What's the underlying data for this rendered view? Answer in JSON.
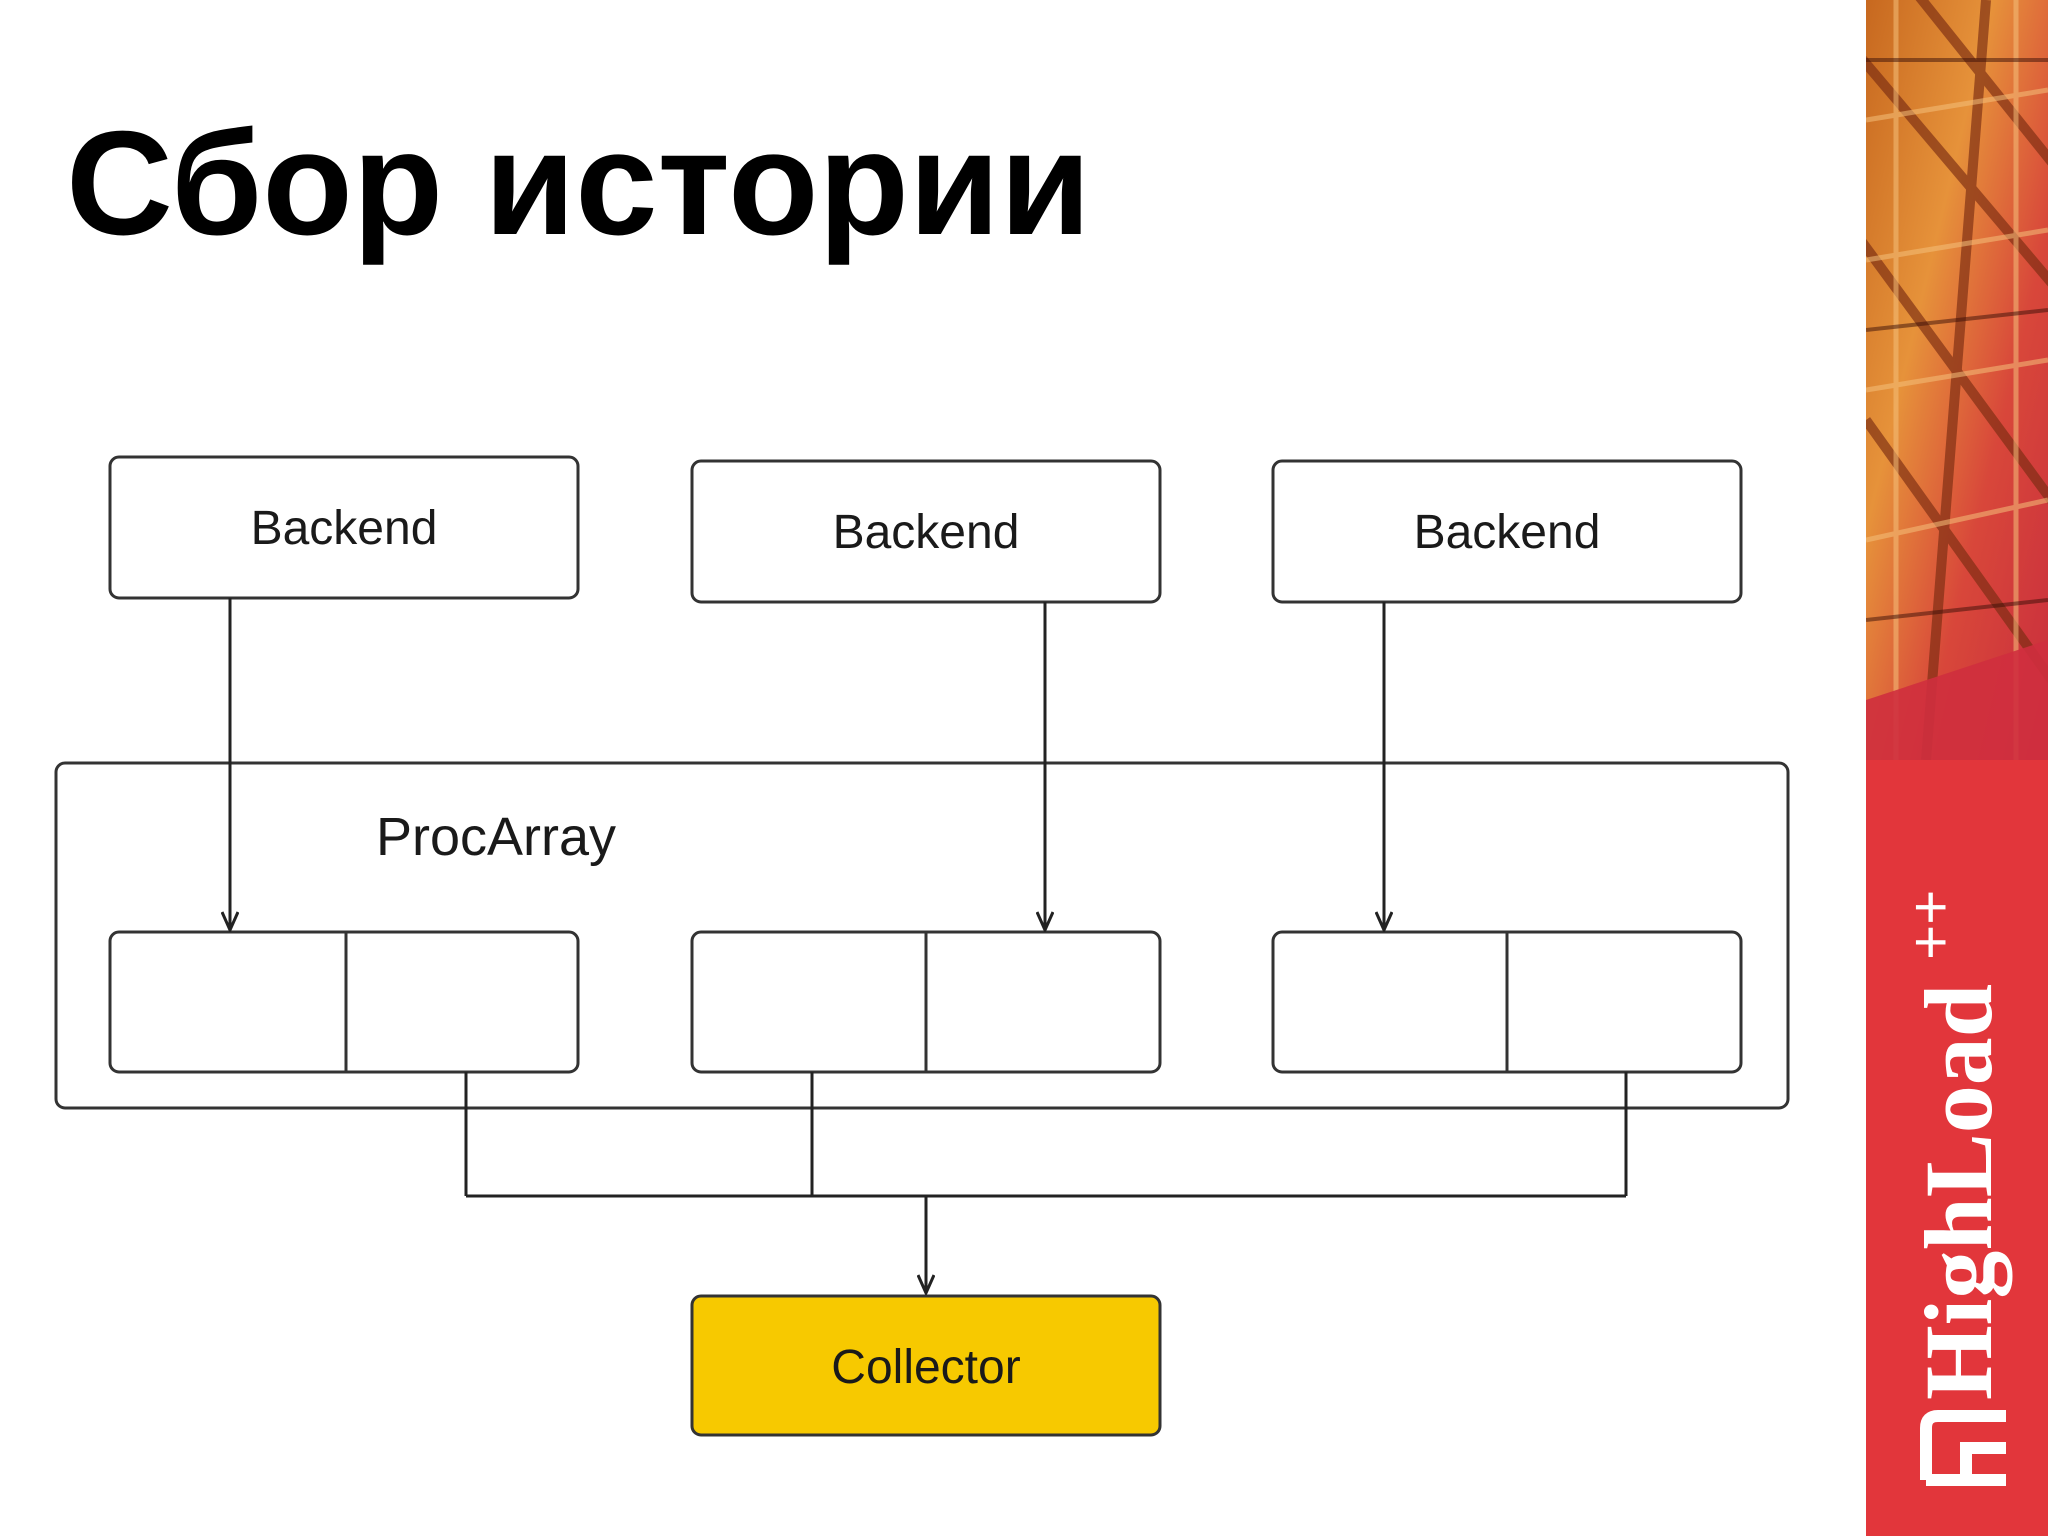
{
  "slide": {
    "title": "Сбор истории"
  },
  "diagram": {
    "backends": [
      {
        "label": "Backend"
      },
      {
        "label": "Backend"
      },
      {
        "label": "Backend"
      }
    ],
    "procarray_label": "ProcArray",
    "collector_label": "Collector",
    "collector_color": "#F7C900"
  },
  "branding": {
    "logo_text": "HighLoad",
    "logo_superscript": "++",
    "brand_color": "#E2363B",
    "logo_icon": "highload-logo-icon"
  }
}
